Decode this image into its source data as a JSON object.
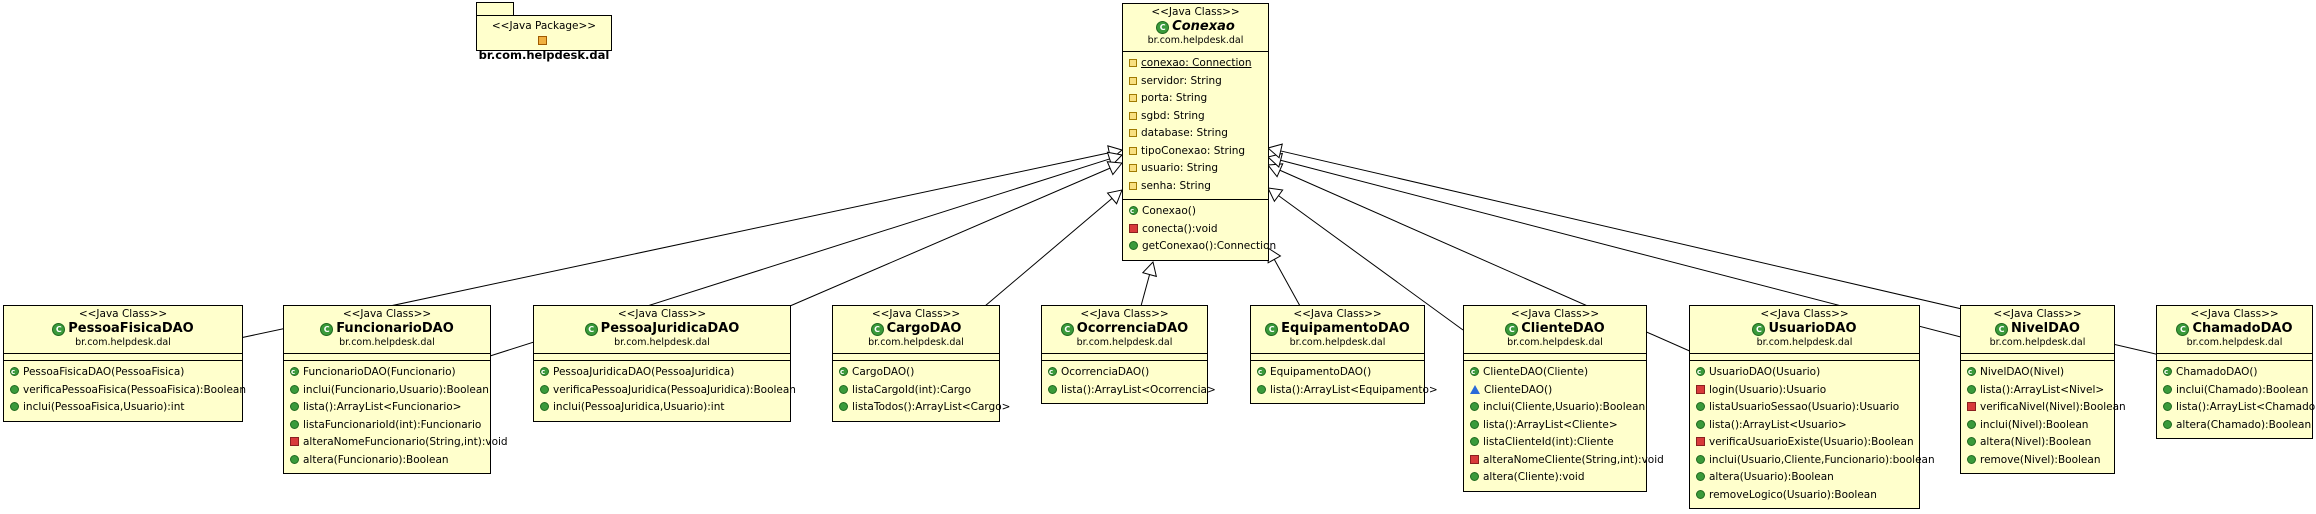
{
  "package": {
    "stereotype": "<<Java Package>>",
    "name": "br.com.helpdesk.dal"
  },
  "classes": {
    "conexao": {
      "stereotype": "<<Java Class>>",
      "name": "Conexao",
      "package": "br.com.helpdesk.dal",
      "attributes": [
        "conexao: Connection",
        "servidor: String",
        "porta: String",
        "sgbd: String",
        "database: String",
        "tipoConexao: String",
        "usuario: String",
        "senha: String"
      ],
      "operations": [
        "Conexao()",
        "conecta():void",
        "getConexao():Connection"
      ]
    },
    "pessoafisica": {
      "stereotype": "<<Java Class>>",
      "name": "PessoaFisicaDAO",
      "package": "br.com.helpdesk.dal",
      "operations": [
        "PessoaFisicaDAO(PessoaFisica)",
        "verificaPessoaFisica(PessoaFisica):Boolean",
        "inclui(PessoaFisica,Usuario):int"
      ]
    },
    "funcionario": {
      "stereotype": "<<Java Class>>",
      "name": "FuncionarioDAO",
      "package": "br.com.helpdesk.dal",
      "operations": [
        "FuncionarioDAO(Funcionario)",
        "inclui(Funcionario,Usuario):Boolean",
        "lista():ArrayList<Funcionario>",
        "listaFuncionarioId(int):Funcionario",
        "alteraNomeFuncionario(String,int):void",
        "altera(Funcionario):Boolean"
      ]
    },
    "pessoajuridica": {
      "stereotype": "<<Java Class>>",
      "name": "PessoaJuridicaDAO",
      "package": "br.com.helpdesk.dal",
      "operations": [
        "PessoaJuridicaDAO(PessoaJuridica)",
        "verificaPessoaJuridica(PessoaJuridica):Boolean",
        "inclui(PessoaJuridica,Usuario):int"
      ]
    },
    "cargo": {
      "stereotype": "<<Java Class>>",
      "name": "CargoDAO",
      "package": "br.com.helpdesk.dal",
      "operations": [
        "CargoDAO()",
        "listaCargoId(int):Cargo",
        "listaTodos():ArrayList<Cargo>"
      ]
    },
    "ocorrencia": {
      "stereotype": "<<Java Class>>",
      "name": "OcorrenciaDAO",
      "package": "br.com.helpdesk.dal",
      "operations": [
        "OcorrenciaDAO()",
        "lista():ArrayList<Ocorrencia>"
      ]
    },
    "equipamento": {
      "stereotype": "<<Java Class>>",
      "name": "EquipamentoDAO",
      "package": "br.com.helpdesk.dal",
      "operations": [
        "EquipamentoDAO()",
        "lista():ArrayList<Equipamento>"
      ]
    },
    "cliente": {
      "stereotype": "<<Java Class>>",
      "name": "ClienteDAO",
      "package": "br.com.helpdesk.dal",
      "operations": [
        "ClienteDAO(Cliente)",
        "ClienteDAO()",
        "inclui(Cliente,Usuario):Boolean",
        "lista():ArrayList<Cliente>",
        "listaClienteId(int):Cliente",
        "alteraNomeCliente(String,int):void",
        "altera(Cliente):void"
      ]
    },
    "usuario": {
      "stereotype": "<<Java Class>>",
      "name": "UsuarioDAO",
      "package": "br.com.helpdesk.dal",
      "operations": [
        "UsuarioDAO(Usuario)",
        "login(Usuario):Usuario",
        "listaUsuarioSessao(Usuario):Usuario",
        "lista():ArrayList<Usuario>",
        "verificaUsuarioExiste(Usuario):Boolean",
        "inclui(Usuario,Cliente,Funcionario):boolean",
        "altera(Usuario):Boolean",
        "removeLogico(Usuario):Boolean"
      ]
    },
    "nivel": {
      "stereotype": "<<Java Class>>",
      "name": "NivelDAO",
      "package": "br.com.helpdesk.dal",
      "operations": [
        "NivelDAO(Nivel)",
        "lista():ArrayList<Nivel>",
        "verificaNivel(Nivel):Boolean",
        "inclui(Nivel):Boolean",
        "altera(Nivel):Boolean",
        "remove(Nivel):Boolean"
      ]
    },
    "chamado": {
      "stereotype": "<<Java Class>>",
      "name": "ChamadoDAO",
      "package": "br.com.helpdesk.dal",
      "operations": [
        "ChamadoDAO()",
        "inclui(Chamado):Boolean",
        "lista():ArrayList<Chamado>",
        "altera(Chamado):Boolean"
      ]
    }
  },
  "colors": {
    "fill": "#ffffcc",
    "stroke": "#000000",
    "public": "#3a9a3a",
    "private": "#d83a3a",
    "protected": "#2a6ad8"
  }
}
